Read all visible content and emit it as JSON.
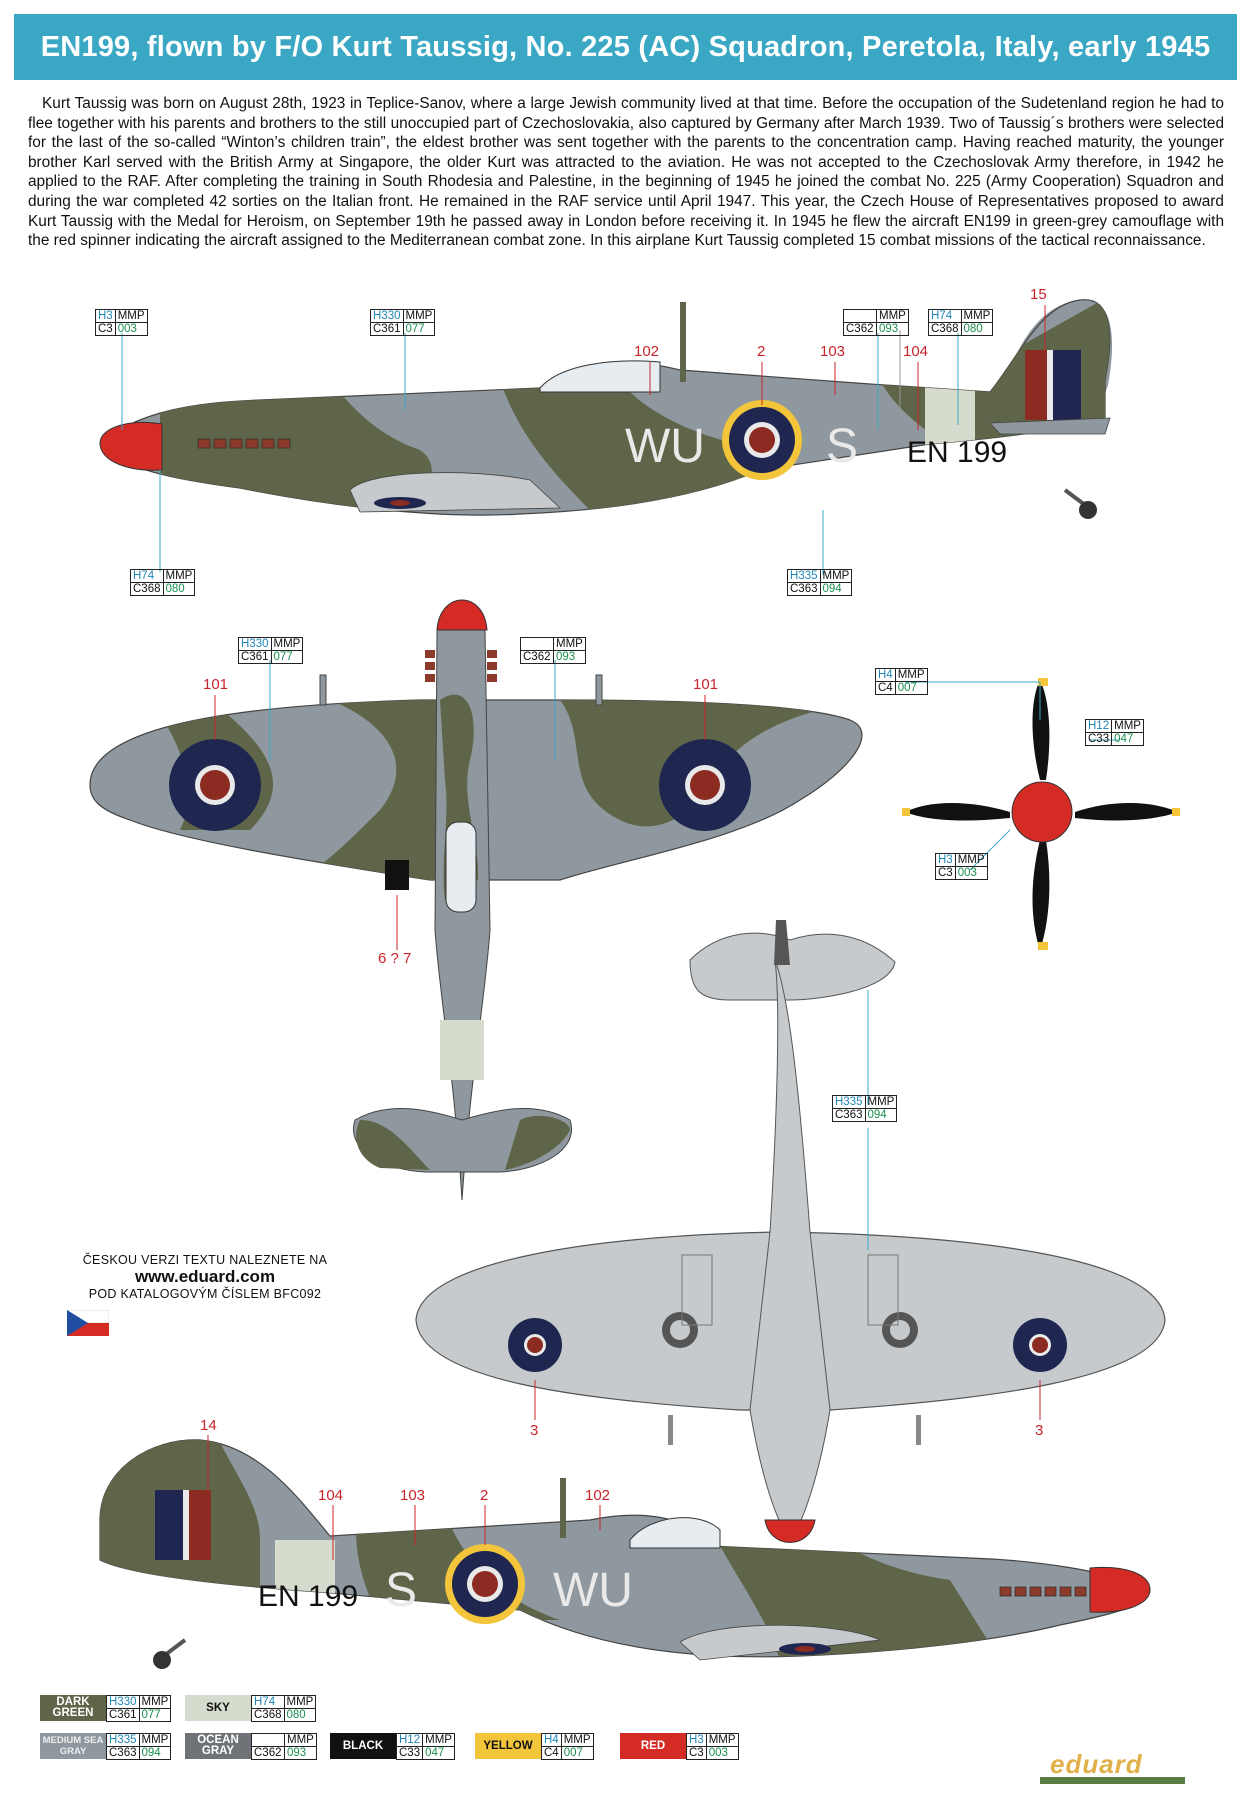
{
  "title": "EN199, flown by F/O Kurt Taussig, No. 225 (AC) Squadron, Peretola, Italy, early 1945",
  "bio": "Kurt Taussig was born on August 28th, 1923 in Teplice-Sanov, where a large Jewish community lived at that time. Before the occupation of the Sudetenland region he had to flee together with his parents and brothers to the still unoccupied part of Czechoslovakia, also captured by Germany after March 1939. Two of Taussig´s brothers were selected for the last of the so-called “Winton’s children train”, the eldest brother was sent together with the parents to the concentration camp. Having reached maturity, the younger brother Karl served with the British Army at Singapore, the older Kurt was attracted to the aviation. He was not accepted to the Czechoslovak Army therefore, in 1942 he applied to the RAF. After completing the training in South Rhodesia and Palestine, in the beginning of 1945 he joined the combat No. 225 (Army Cooperation) Squadron and during the war completed 42 sorties on the Italian front. He remained in the RAF service until April 1947. This year, the Czech House of Representatives proposed to award Kurt Taussig with the Medal for Heroism, on September 19th he passed away in London before receiving it. In 1945 he flew the aircraft EN199 in green-grey camouflage with the red spinner indicating the aircraft assigned to the Mediterranean combat zone. In this airplane Kurt Taussig completed 15 combat missions of the tactical reconnaissance.",
  "colors": {
    "dark_green": "#5f6548",
    "medium_sea_gray": "#8e989e",
    "sky": "#d6dccd",
    "ocean_gray": "#6f7378",
    "black": "#111111",
    "yellow": "#f3c53a",
    "red": "#d42b25",
    "underside": "#c6cacc",
    "roundel_blue": "#1f2750",
    "roundel_red": "#8c2b22",
    "title_bar": "#3aa8c4"
  },
  "color_labels": {
    "h3_c3": {
      "h": "H3",
      "mmp": "MMP",
      "c": "C3",
      "num": "003"
    },
    "h330_c361": {
      "h": "H330",
      "mmp": "MMP",
      "c": "C361",
      "num": "077"
    },
    "c362": {
      "h": "",
      "mmp": "MMP",
      "c": "C362",
      "num": "093"
    },
    "h74_c368": {
      "h": "H74",
      "mmp": "MMP",
      "c": "C368",
      "num": "080"
    },
    "h335_c363": {
      "h": "H335",
      "mmp": "MMP",
      "c": "C363",
      "num": "094"
    },
    "h4_c4": {
      "h": "H4",
      "mmp": "MMP",
      "c": "C4",
      "num": "007"
    },
    "h12_c33": {
      "h": "H12",
      "mmp": "MMP",
      "c": "C33",
      "num": "047"
    }
  },
  "markings": {
    "m102": "102",
    "m2": "2",
    "m103": "103",
    "m104": "104",
    "m15": "15",
    "m101": "101",
    "m67": "6 ? 7",
    "m3": "3",
    "m14": "14"
  },
  "codes": {
    "squadron": "WU",
    "letter": "S",
    "serial": "EN 199"
  },
  "czech_note": {
    "line1": "ČESKOU VERZI TEXTU NALEZNETE NA",
    "line2": "www.eduard.com",
    "line3": "POD KATALOGOVÝM ČÍSLEM BFC092"
  },
  "legend": [
    {
      "name": "DARK GREEN",
      "h": "H330",
      "mmp": "MMP",
      "c": "C361",
      "num": "077",
      "bg": "#5f6548",
      "fg": "#ffffff"
    },
    {
      "name": "SKY",
      "h": "H74",
      "mmp": "MMP",
      "c": "C368",
      "num": "080",
      "bg": "#d6dccd",
      "fg": "#111111"
    },
    {
      "name": "MEDIUM SEA GRAY",
      "h": "H335",
      "mmp": "MMP",
      "c": "C363",
      "num": "094",
      "bg": "#8e989e",
      "fg": "#eeeeee"
    },
    {
      "name": "OCEAN GRAY",
      "h": "",
      "mmp": "MMP",
      "c": "C362",
      "num": "093",
      "bg": "#6f7378",
      "fg": "#ffffff"
    },
    {
      "name": "BLACK",
      "h": "H12",
      "mmp": "MMP",
      "c": "C33",
      "num": "047",
      "bg": "#111111",
      "fg": "#ffffff"
    },
    {
      "name": "YELLOW",
      "h": "H4",
      "mmp": "MMP",
      "c": "C4",
      "num": "007",
      "bg": "#f3c53a",
      "fg": "#111111"
    },
    {
      "name": "RED",
      "h": "H3",
      "mmp": "MMP",
      "c": "C3",
      "num": "003",
      "bg": "#d42b25",
      "fg": "#ffffff"
    }
  ],
  "logo": "eduard"
}
